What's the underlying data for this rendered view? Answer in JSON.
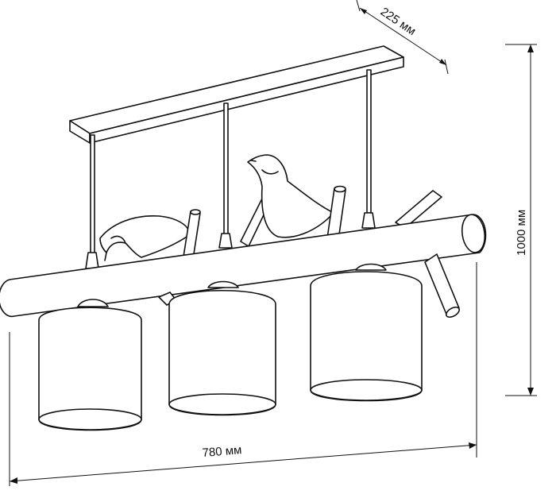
{
  "dimensions": {
    "depth": "225 мм",
    "height": "1000 мм",
    "width": "780 мм"
  },
  "colors": {
    "line": "#111111",
    "background": "#ffffff"
  }
}
